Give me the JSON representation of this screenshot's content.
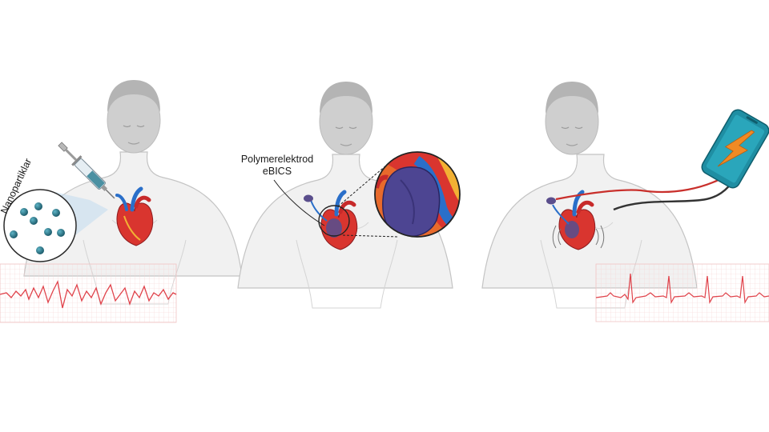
{
  "labels": {
    "nanoparticles": "Nanopartiklar",
    "electrode_line1": "Polymerelektrod",
    "electrode_line2": "eBICS"
  },
  "colors": {
    "skin": "#f0f0f0",
    "skin_outline": "#b9b9b9",
    "head": "#c9c9c9",
    "heart_red": "#d9352f",
    "heart_dark": "#9b1f22",
    "vessel_blue": "#2a6fc9",
    "heart_yellow": "#f2b134",
    "electrode_purple": "#5a4e8c",
    "particle_teal": "#2f7f93",
    "ecg_grid": "#f4c9c9",
    "ecg_line": "#e0424a",
    "phone_teal": "#1f8ea3",
    "bolt_orange": "#f08a24",
    "wire_red": "#c9302c",
    "wire_dark": "#333333"
  },
  "icons": {
    "syringe": "syringe-icon",
    "phone": "smartphone-icon",
    "bolt": "lightning-bolt-icon"
  }
}
